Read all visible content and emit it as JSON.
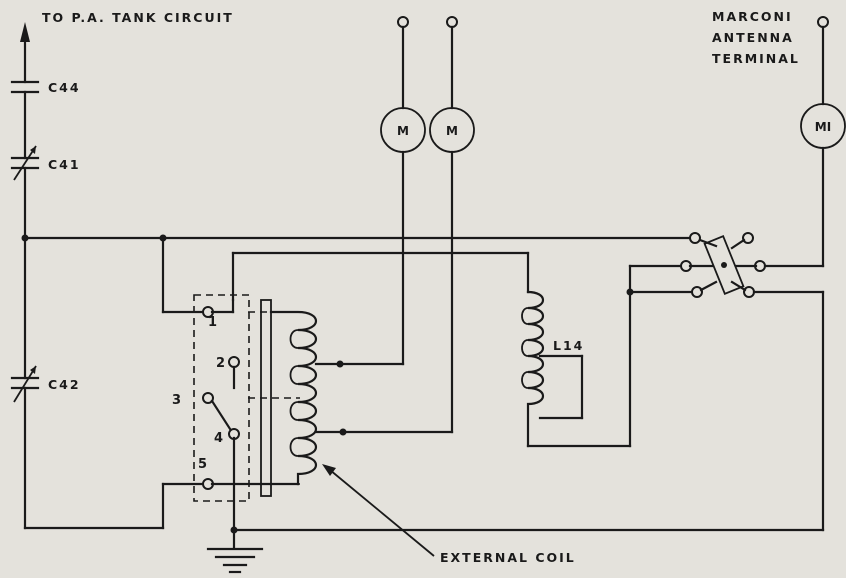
{
  "labels": {
    "to_pa": "TO P.A. TANK CIRCUIT",
    "c44": "C44",
    "c41": "C41",
    "c42": "C42",
    "marconi_1": "MARCONI",
    "marconi_2": "ANTENNA",
    "marconi_3": "TERMINAL",
    "l14": "L14",
    "external_coil": "EXTERNAL COIL"
  },
  "meters": {
    "m_left": "M",
    "m_right": "M",
    "m1": "MI"
  },
  "switch_positions": [
    "1",
    "2",
    "3",
    "4",
    "5"
  ]
}
